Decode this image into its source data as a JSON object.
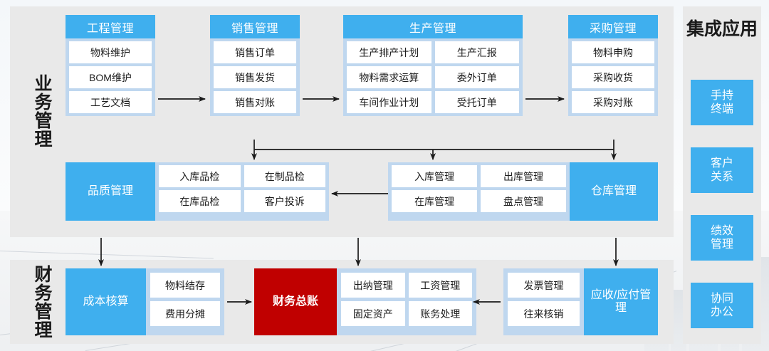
{
  "colors": {
    "accent_blue": "#3FAFEE",
    "light_blue": "#BFD7EF",
    "panel_gray": "#E9E9E9",
    "accent_red": "#C00000",
    "text_dark": "#1D1D1D",
    "arrow": "#1A1A1A"
  },
  "sections": {
    "business_label": "业务管理",
    "finance_label": "财务管理"
  },
  "business": {
    "row1": [
      {
        "title": "工程管理",
        "items": [
          [
            "物料维护"
          ],
          [
            "BOM维护"
          ],
          [
            "工艺文档"
          ]
        ]
      },
      {
        "title": "销售管理",
        "items": [
          [
            "销售订单"
          ],
          [
            "销售发货"
          ],
          [
            "销售对账"
          ]
        ]
      },
      {
        "title": "生产管理",
        "items": [
          [
            "生产排产计划",
            "生产汇报"
          ],
          [
            "物料需求运算",
            "委外订单"
          ],
          [
            "车间作业计划",
            "受托订单"
          ]
        ]
      },
      {
        "title": "采购管理",
        "items": [
          [
            "物料申购"
          ],
          [
            "采购收货"
          ],
          [
            "采购对账"
          ]
        ]
      }
    ],
    "row2": {
      "quality": {
        "title": "品质管理",
        "items": [
          [
            "入库品检",
            "在制品检"
          ],
          [
            "在库品检",
            "客户投诉"
          ]
        ]
      },
      "warehouse": {
        "title": "仓库管理",
        "items": [
          [
            "入库管理",
            "出库管理"
          ],
          [
            "在库管理",
            "盘点管理"
          ]
        ]
      }
    }
  },
  "finance": {
    "cost": {
      "title": "成本核算",
      "items": [
        [
          "物料结存"
        ],
        [
          "费用分摊"
        ]
      ]
    },
    "ledger": {
      "title": "财务总账",
      "items": [
        [
          "出纳管理",
          "工资管理"
        ],
        [
          "固定资产",
          "账务处理"
        ]
      ]
    },
    "payable": {
      "title": "应收/应付管理",
      "items": [
        [
          "发票管理"
        ],
        [
          "往来核销"
        ]
      ]
    }
  },
  "rail": {
    "title": "集成应用",
    "boxes": [
      "手持终端",
      "客户关系",
      "绩效管理",
      "协同办公"
    ]
  }
}
